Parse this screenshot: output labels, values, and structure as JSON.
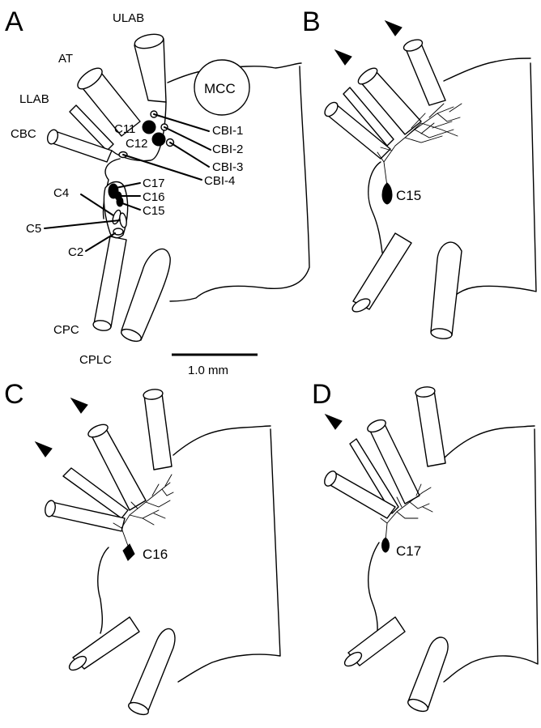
{
  "panels": {
    "a": {
      "letter": "A",
      "nerves": {
        "ulab": "ULAB",
        "at": "AT",
        "llab": "LLAB",
        "cbc": "CBC",
        "cpc": "CPC",
        "cplc": "CPLC",
        "mcc": "MCC"
      },
      "cells": {
        "c11": "C11",
        "c12": "C12",
        "cbi1": "CBI-1",
        "cbi2": "CBI-2",
        "cbi3": "CBI-3",
        "cbi4": "CBI-4",
        "c17": "C17",
        "c16": "C16",
        "c15": "C15",
        "c4": "C4",
        "c5": "C5",
        "c2": "C2"
      },
      "scale_bar": "1.0 mm"
    },
    "b": {
      "letter": "B",
      "cell": "C15"
    },
    "c": {
      "letter": "C",
      "cell": "C16"
    },
    "d": {
      "letter": "D",
      "cell": "C17"
    }
  }
}
